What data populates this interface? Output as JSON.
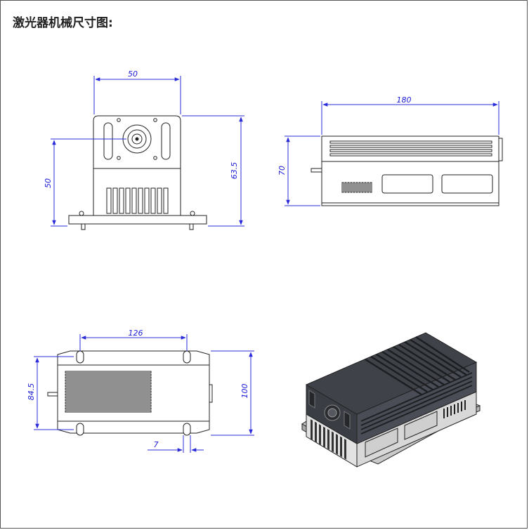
{
  "title": "激光器机械尺寸图:",
  "views": {
    "front": {
      "width_label": "50",
      "center_height_label": "50",
      "total_height_label": "63.5"
    },
    "side": {
      "length_label": "180",
      "height_label": "70"
    },
    "top": {
      "mount_spacing_label": "126",
      "mount_width_label": "84.5",
      "total_width_label": "100",
      "slot_label": "7"
    },
    "isometric": {}
  },
  "colors": {
    "dimension": "#1a1ad8",
    "outline": "#222222",
    "body_dark": "#3a3d44",
    "body_light": "#d8d8d8"
  }
}
